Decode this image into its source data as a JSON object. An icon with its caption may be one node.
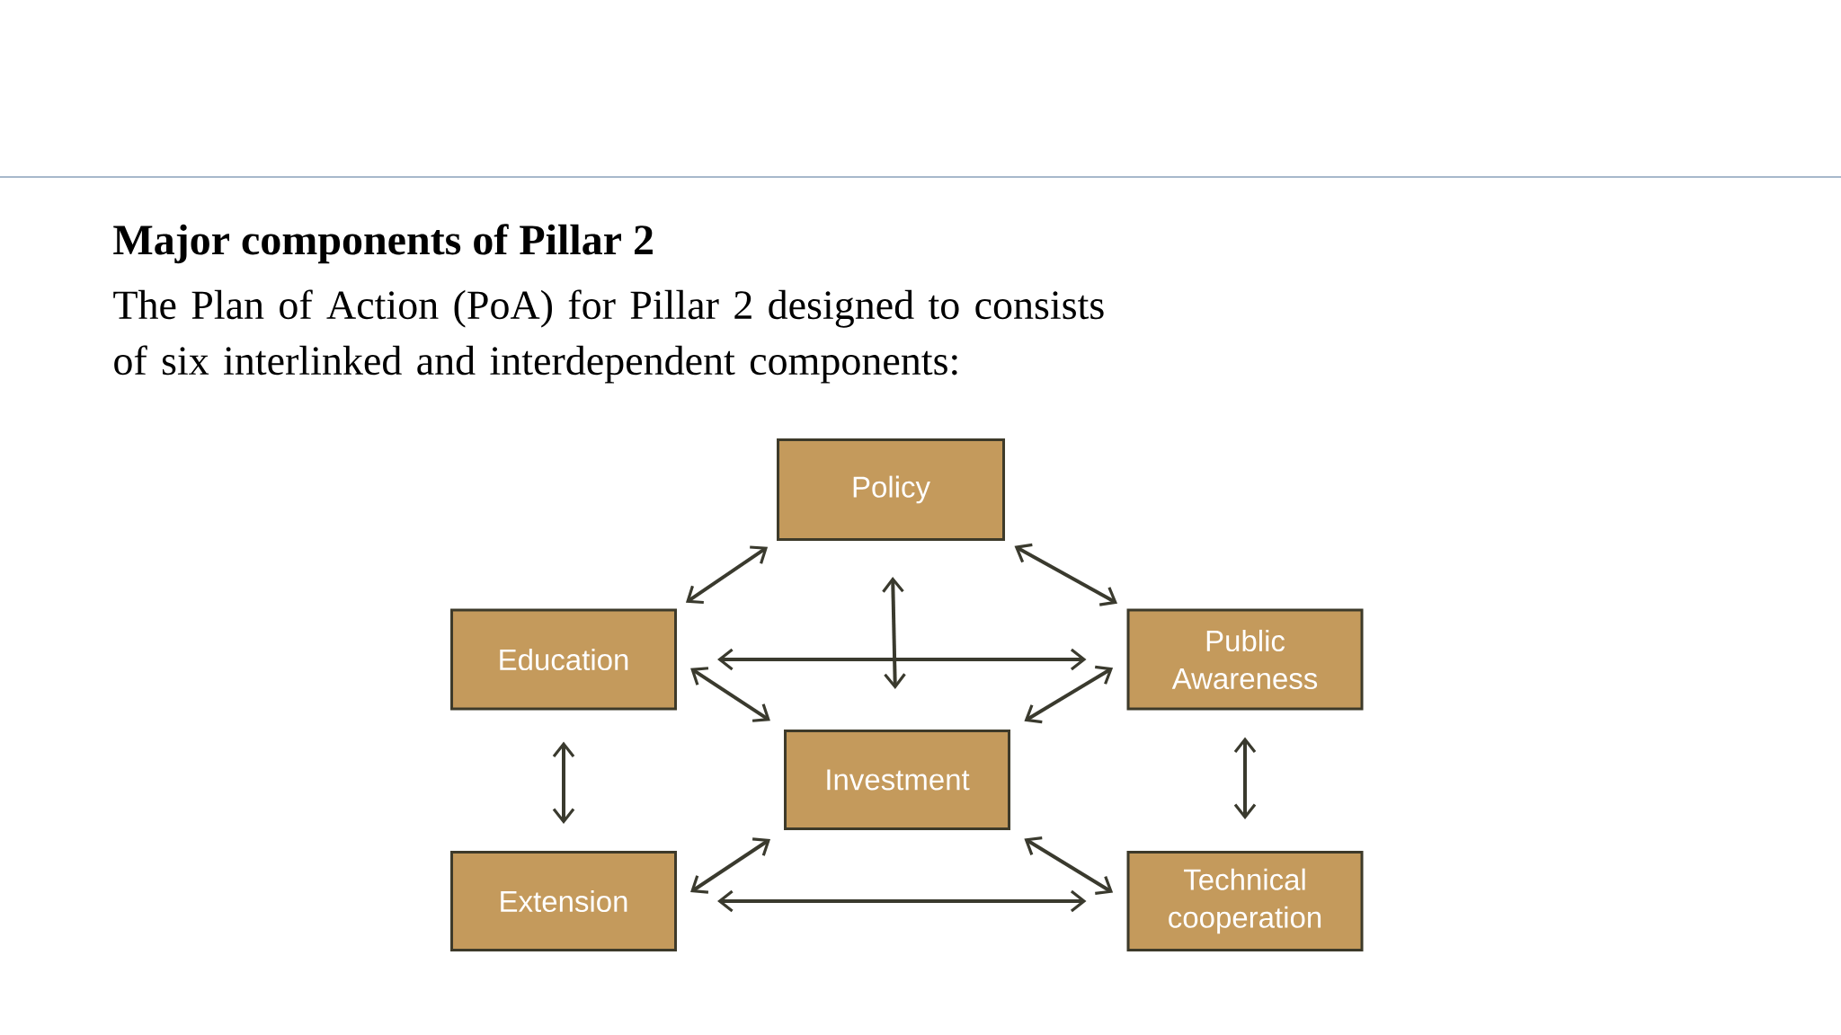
{
  "diagram": {
    "title": "Major components of Pillar 2",
    "caption": "The Plan of Action (PoA) for Pillar 2 designed to consists of six interlinked and interdependent components:",
    "nodes": [
      {
        "text": [
          "Policy"
        ]
      },
      {
        "text": [
          "Education"
        ]
      },
      {
        "text": [
          "Public Awareness"
        ]
      },
      {
        "text": [
          "Investment"
        ]
      },
      {
        "text": [
          "Extension"
        ]
      },
      {
        "text": [
          "Technical cooperation"
        ]
      }
    ],
    "edges": [
      {
        "from": 0,
        "to": 1,
        "arrow": "both"
      },
      {
        "from": 0,
        "to": 2,
        "arrow": "both"
      },
      {
        "from": 0,
        "to": 3,
        "arrow": "both"
      },
      {
        "from": 1,
        "to": 2,
        "arrow": "both"
      },
      {
        "from": 1,
        "to": 3,
        "arrow": "both"
      },
      {
        "from": 2,
        "to": 3,
        "arrow": "both"
      },
      {
        "from": 1,
        "to": 4,
        "arrow": "both"
      },
      {
        "from": 2,
        "to": 5,
        "arrow": "both"
      },
      {
        "from": 3,
        "to": 4,
        "arrow": "both"
      },
      {
        "from": 3,
        "to": 5,
        "arrow": "both"
      },
      {
        "from": 4,
        "to": 5,
        "arrow": "both"
      }
    ]
  }
}
